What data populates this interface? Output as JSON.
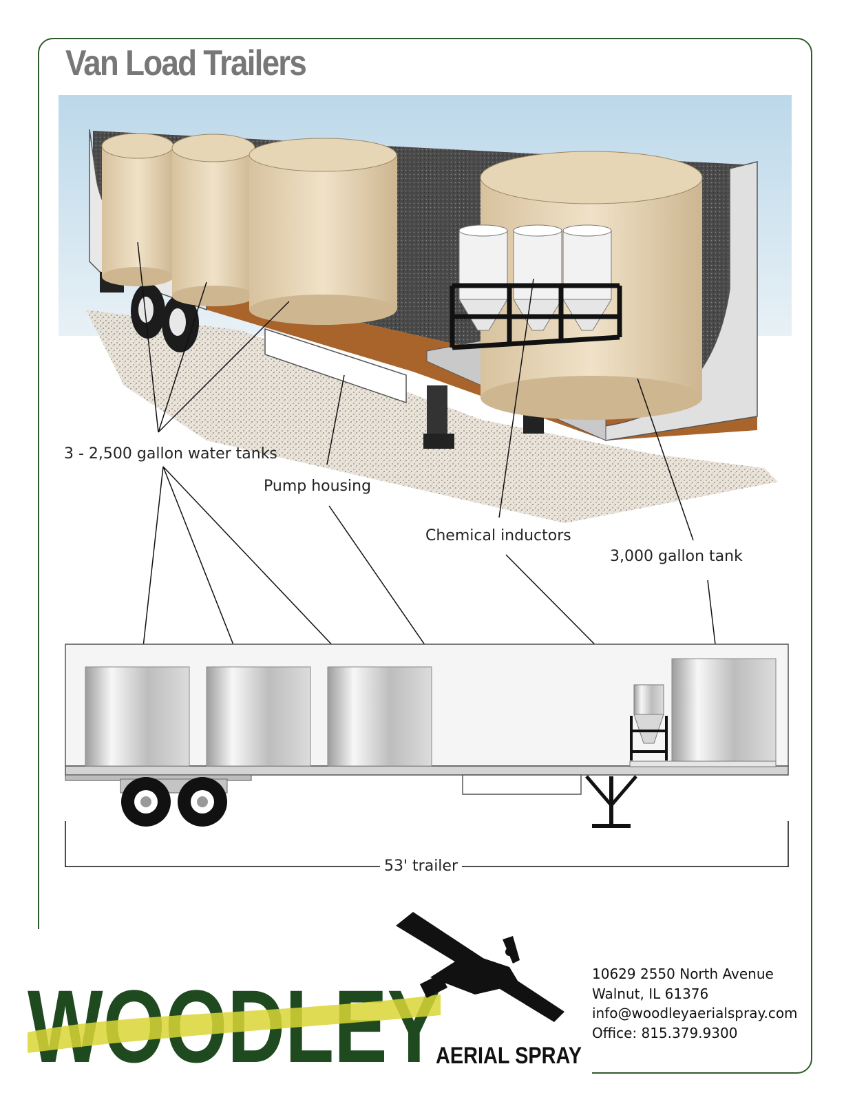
{
  "title": "Van Load Trailers",
  "callouts": {
    "water_tanks": "3 - 2,500 gallon water tanks",
    "pump_housing": "Pump housing",
    "chemical_inductors": "Chemical inductors",
    "big_tank": "3,000 gallon tank",
    "trailer_length": "53' trailer"
  },
  "logo": {
    "name": "WOODLEY",
    "subtitle": "AERIAL SPRAY"
  },
  "contact": {
    "street": "10629 2550 North Avenue",
    "city": "Walnut, IL 61376",
    "email": "info@woodleyaerialspray.com",
    "office": "Office: 815.379.9300"
  },
  "colors": {
    "brand_green": "#1f4a1f",
    "brand_yellow": "#d9d636",
    "frame": "#2f5a2a",
    "title_gray": "#777777"
  }
}
